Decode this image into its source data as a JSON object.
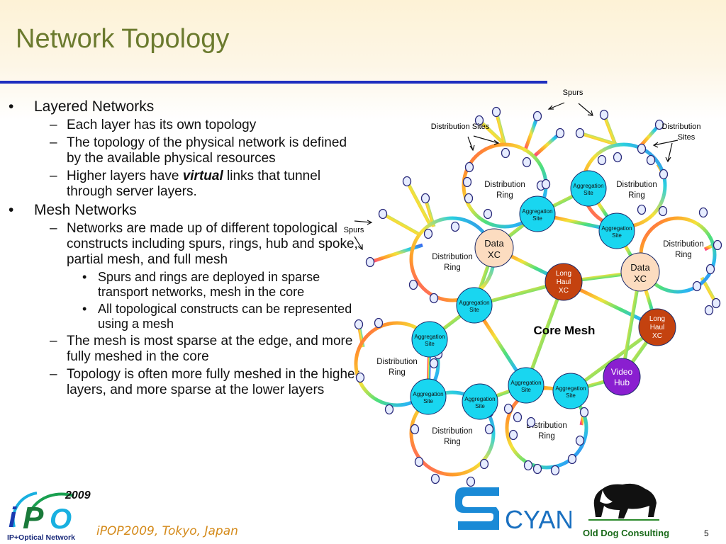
{
  "slide": {
    "title": "Network Topology",
    "page_number": "5",
    "footer_event": "iPOP2009, Tokyo, Japan",
    "logo_ipop_text": "IP+Optical Network",
    "logo_ipop_year": "2009",
    "logo_cyan_text": "CYAN",
    "logo_odc_text": "Old Dog Consulting"
  },
  "bullets": {
    "b1": "Layered Networks",
    "b1_s1": "Each layer has its own topology",
    "b1_s2": "The topology of the physical network is defined by the available physical resources",
    "b1_s3_pre": "Higher layers have ",
    "b1_s3_em": "virtual",
    "b1_s3_post": " links that tunnel through server layers.",
    "b2": "Mesh Networks",
    "b2_s1": "Networks are made up of different topological constructs including spurs, rings, hub and spoke, partial mesh, and full mesh",
    "b2_s1_a": "Spurs and rings are deployed in sparse transport networks, mesh in the core",
    "b2_s1_b": "All topological constructs can be represented using a mesh",
    "b2_s2": "The mesh is most sparse at the edge, and more fully meshed in the core",
    "b2_s3": "Topology is often more fully meshed in the higher layers, and more sparse at the lower layers",
    "bullet_mark": "•",
    "dash_mark": "–"
  },
  "diagram": {
    "labels": {
      "spurs_top": "Spurs",
      "spurs_left": "Spurs",
      "dist_sites_left": "Distribution Sites",
      "dist_sites_right_1": "Distribution",
      "dist_sites_right_2": "Sites",
      "core_mesh": "Core Mesh",
      "ring_line1": "Distribution",
      "ring_line2": "Ring"
    },
    "nodes": {
      "agg_1": "Aggregation",
      "agg_2": "Site",
      "data_1": "Data",
      "data_2": "XC",
      "lh_1": "Long",
      "lh_2": "Haul",
      "lh_3": "XC",
      "video_1": "Video",
      "video_2": "Hub"
    },
    "colors": {
      "aggregation_fill": "#19d6f0",
      "data_xc_fill": "#fcdcc0",
      "long_haul_fill": "#c4420f",
      "video_hub_fill": "#8a1fd0",
      "site_fill": "#e6ecff",
      "site_stroke": "#2a2a7a"
    }
  }
}
